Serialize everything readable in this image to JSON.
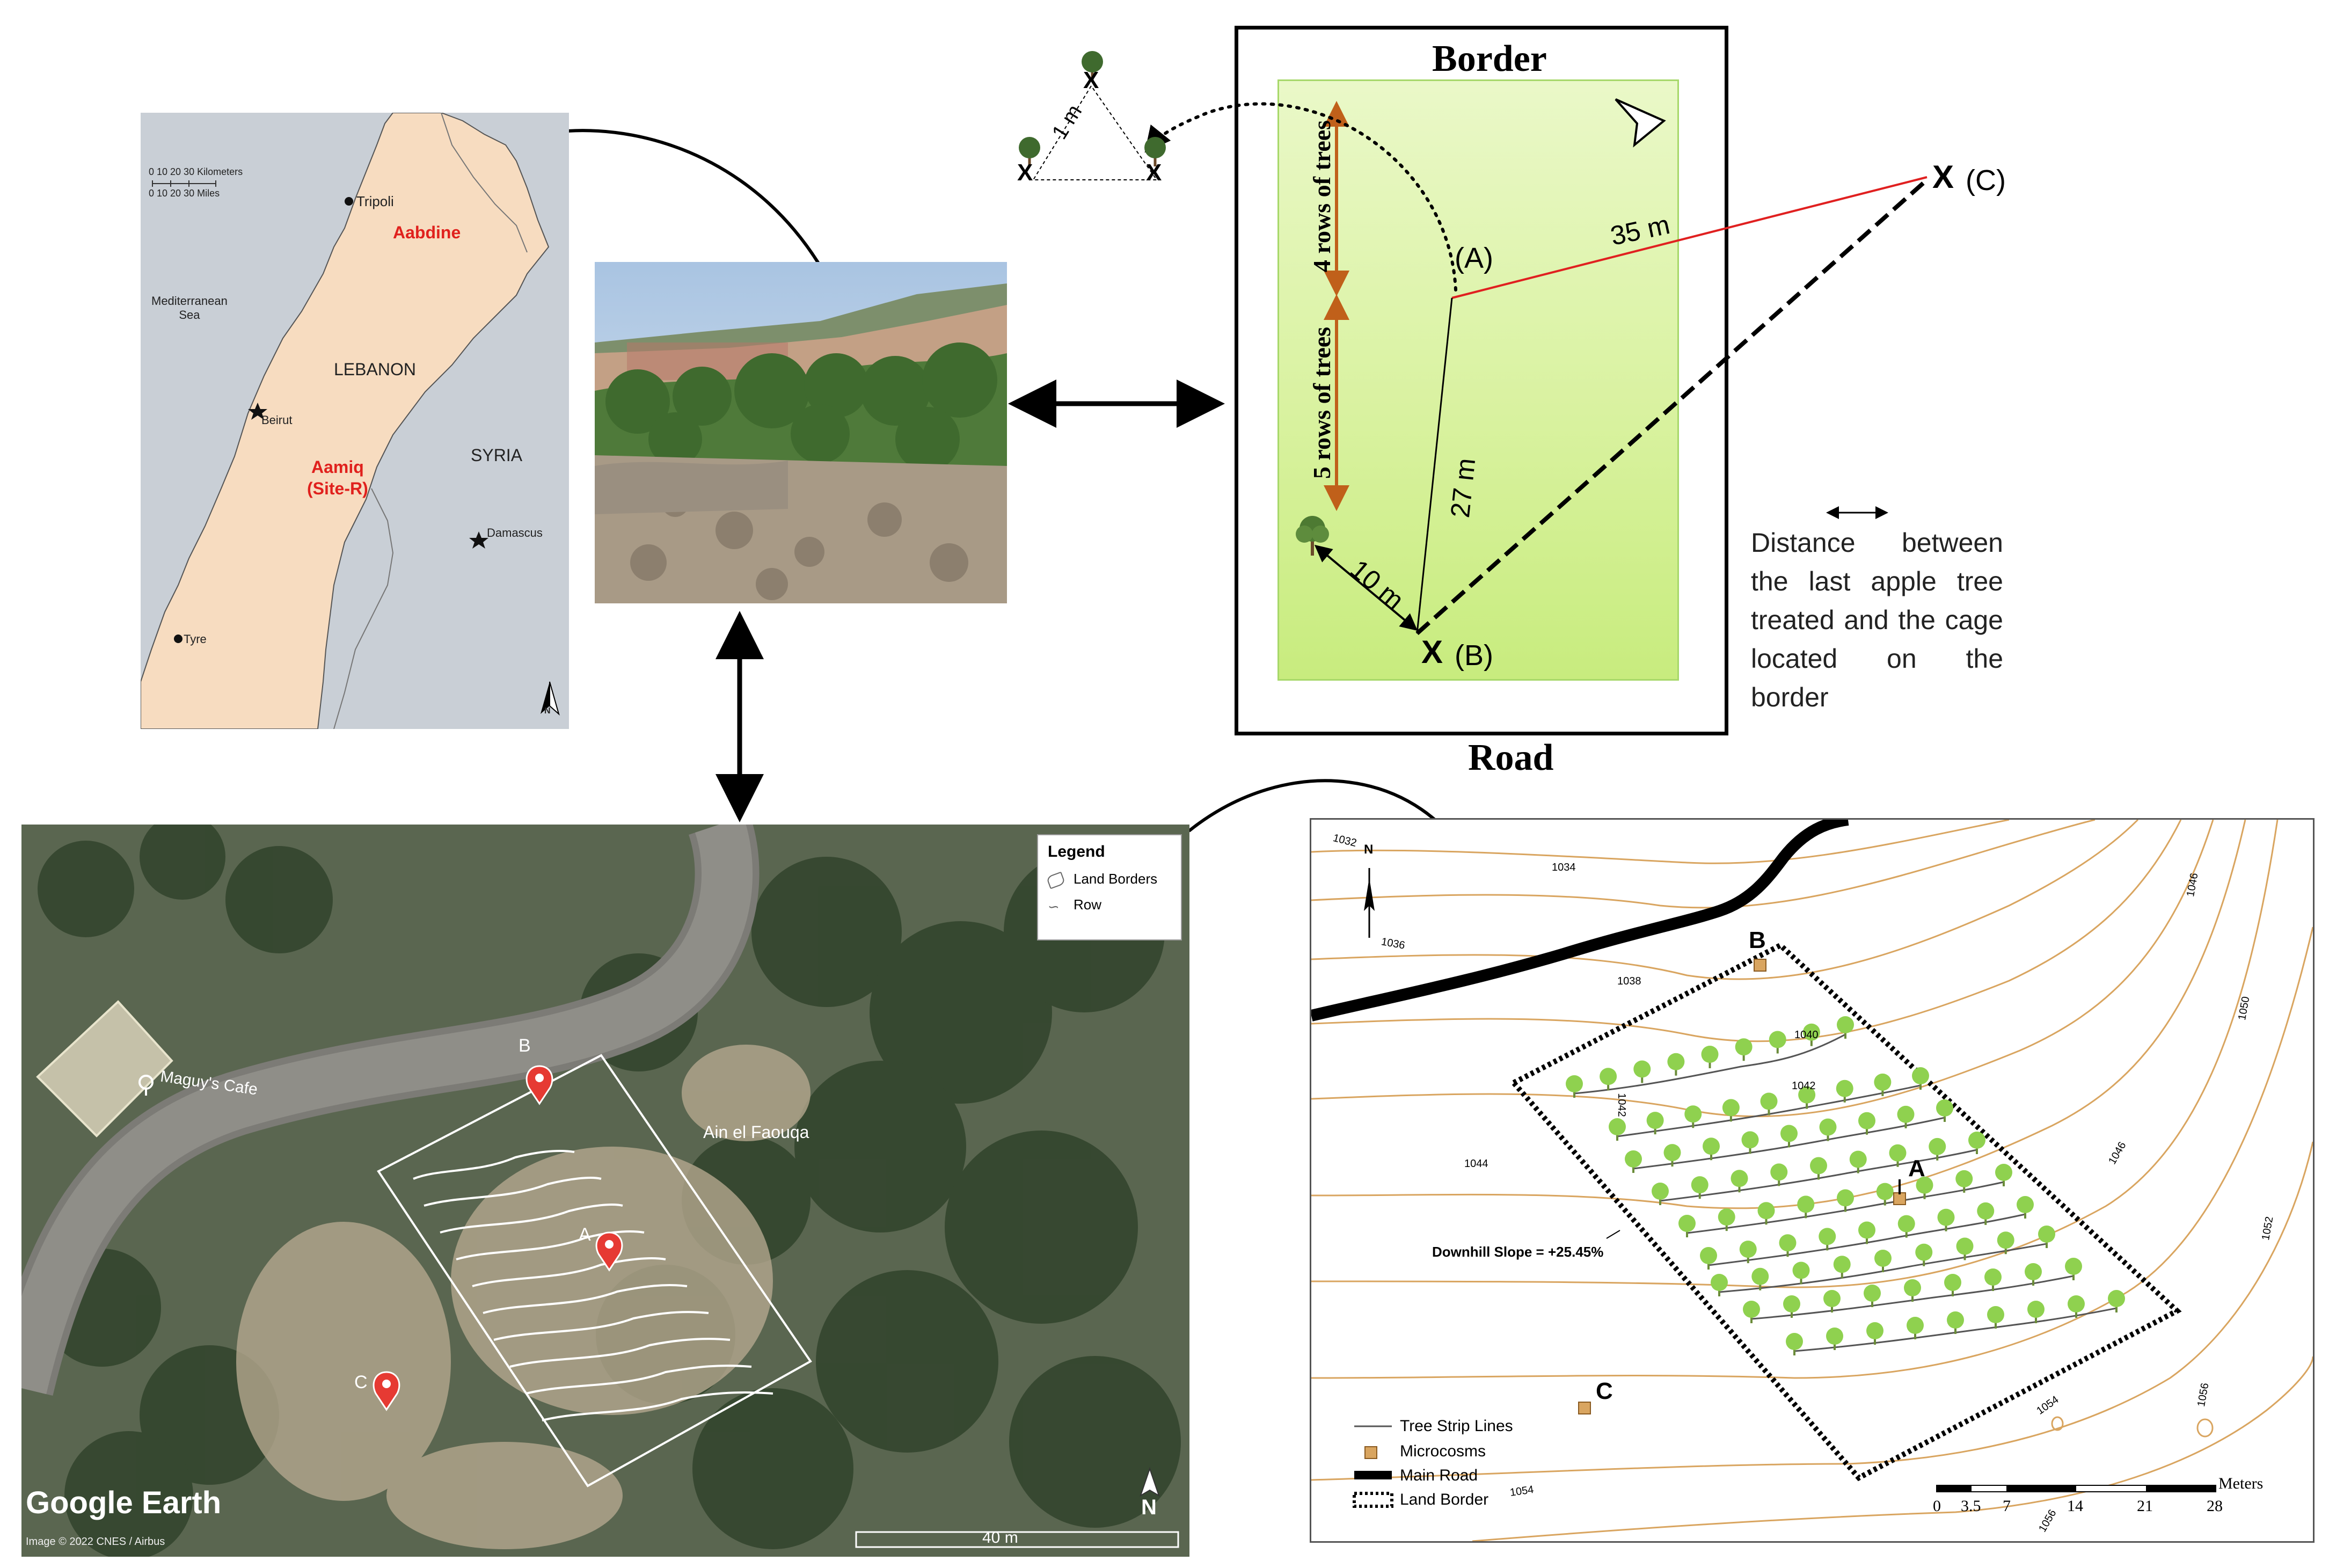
{
  "map": {
    "scale_km_ticks": "0  10  20  30 Kilometers",
    "scale_mi_ticks": "0     10     20     30 Miles",
    "tripoli": "Tripoli",
    "aabdine": "Aabdine",
    "sea": "Mediterranean\nSea",
    "lebanon": "LEBANON",
    "beirut": "Beirut",
    "syria": "SYRIA",
    "aamiq": "Aamiq\n(Site-R)",
    "damascus": "Damascus",
    "tyre": "Tyre",
    "north": "N",
    "colors": {
      "land": "#f7dcc0",
      "sea": "#c9cfd6",
      "site_label": "#e0211d"
    }
  },
  "schematic": {
    "border_label": "Border",
    "road_label": "Road",
    "rows_4": "4 rows of trees",
    "rows_5": "5 rows of trees",
    "point_a": "(A)",
    "point_b_x": "X",
    "point_b": "(B)",
    "point_c_x": "X",
    "point_c": "(C)",
    "dist_ac": "35 m",
    "dist_ab": "27 m",
    "dist_tree_b": "10 m",
    "triangle_side": "1 m",
    "triangle_x": "X",
    "colors": {
      "field": "#d9f2a0",
      "ac_line": "#e02020",
      "row_arrow": "#c0601a"
    }
  },
  "note": {
    "text": "Distance between the last apple tree treated and the cage located on the border"
  },
  "satellite": {
    "legend_title": "Legend",
    "legend_land": "Land Borders",
    "legend_row": "Row",
    "place_cafe": "Maguy's Cafe",
    "place_ain": "Ain el Faouqa",
    "marker_a": "A",
    "marker_b": "B",
    "marker_c": "C",
    "watermark": "Google Earth",
    "credit": "Image © 2022 CNES / Airbus",
    "scale_label": "40 m",
    "north": "N"
  },
  "contour": {
    "contours": [
      "1032",
      "1034",
      "1036",
      "1038",
      "1040",
      "1042",
      "1042",
      "1044",
      "1046",
      "1046",
      "1050",
      "1052",
      "1054",
      "1054",
      "1056",
      "1056"
    ],
    "north": "N",
    "label_a": "A",
    "label_b": "B",
    "label_c": "C",
    "slope": "Downhill Slope = +25.45%",
    "legend_strip": "Tree Strip Lines",
    "legend_micro": "Microcosms",
    "legend_road": "Main Road",
    "legend_border": "Land Border",
    "scale_unit": "Meters",
    "scale_ticks": [
      "0",
      "3.5",
      "7",
      "14",
      "21",
      "28"
    ],
    "colors": {
      "contour": "#d9a560",
      "tree": "#8fd14f"
    }
  }
}
